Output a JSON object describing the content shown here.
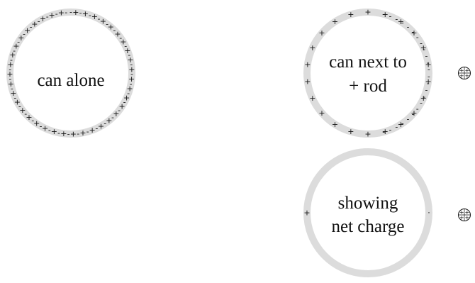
{
  "colors": {
    "can_ring": "#dcdcdc",
    "text": "#111111",
    "rod_outline": "#111111"
  },
  "cans": {
    "alone": {
      "label_lines": [
        "can alone"
      ],
      "charge_ring": "- + - + - + - + - + - + - + - + - + - + - + - + - + - + - + - + - + - + - + - + - + - + - + - + - + - + - + - + - + - + - + - + - + - + - + - + - + - + - + -"
    },
    "next_to_rod": {
      "label_lines": [
        "can next to",
        "+ rod"
      ],
      "charges": "+ + + + + + + + + + + + + + + + + + + + + + - - - - - - - - - - - - - - - - - - - - - - - -"
    },
    "net_charge": {
      "label_lines": [
        "showing",
        "net charge"
      ],
      "charges": "+ ·"
    }
  },
  "rods": {
    "top": {
      "icon": "positive-rod-icon",
      "charge_sign": "+"
    },
    "bottom": {
      "icon": "positive-rod-icon",
      "charge_sign": "+"
    }
  }
}
